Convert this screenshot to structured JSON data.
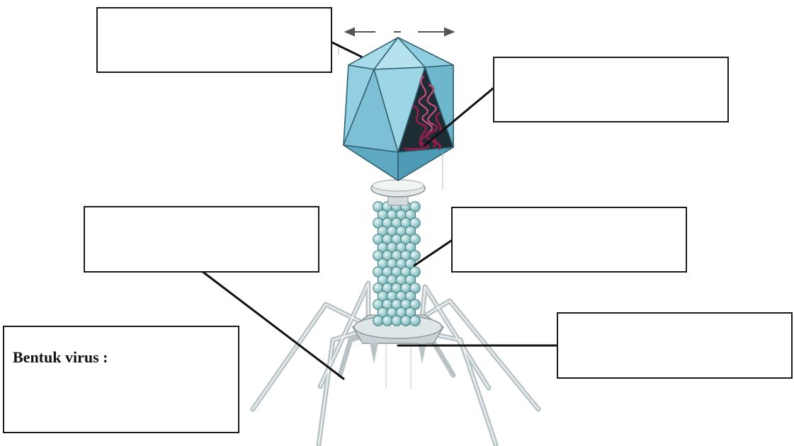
{
  "shape_box": {
    "title": "Bentuk virus :",
    "answer": ""
  },
  "label_boxes": [
    {
      "id": "top-left",
      "text": ""
    },
    {
      "id": "right-upper",
      "text": ""
    },
    {
      "id": "left-middle",
      "text": ""
    },
    {
      "id": "right-middle",
      "text": ""
    },
    {
      "id": "right-lower",
      "text": ""
    }
  ],
  "colors": {
    "capsid": "#7fc4d8",
    "capsid_dark": "#4e9bb5",
    "dna": "#8a1f4a",
    "tail_bead": "#a9d4d6",
    "legs": "#c8d0d2",
    "lines": "#111111"
  },
  "subject": "bacteriophage",
  "icons": [
    "double-arrow-icon"
  ]
}
